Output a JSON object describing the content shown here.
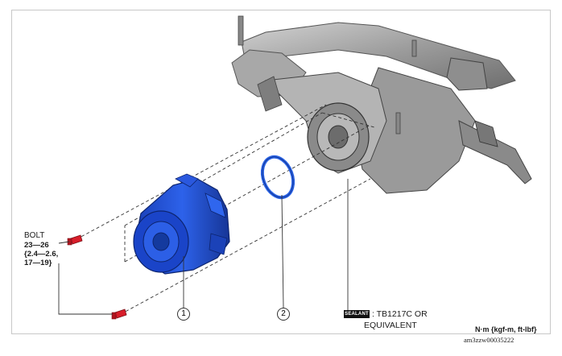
{
  "bolt": {
    "title": "BOLT",
    "torque_nm": "23—26",
    "torque_kgfm": "{2.4—2.6,",
    "torque_ftlbf": "17—19}"
  },
  "callouts": {
    "part1": "1",
    "part2": "2"
  },
  "sealant": {
    "badge": "SEALANT",
    "spec_line1": ": TB1217C OR",
    "spec_line2": "EQUIVALENT"
  },
  "units_note": "N·m {kgf-m, ft-lbf}",
  "figure_ref": "am3zzw00035222",
  "colors": {
    "cover": "#1f4fd6",
    "cover_dark": "#12308a",
    "oring": "#2a63e6",
    "bolt": "#d81e2a",
    "housing": "#9a9a9a"
  }
}
